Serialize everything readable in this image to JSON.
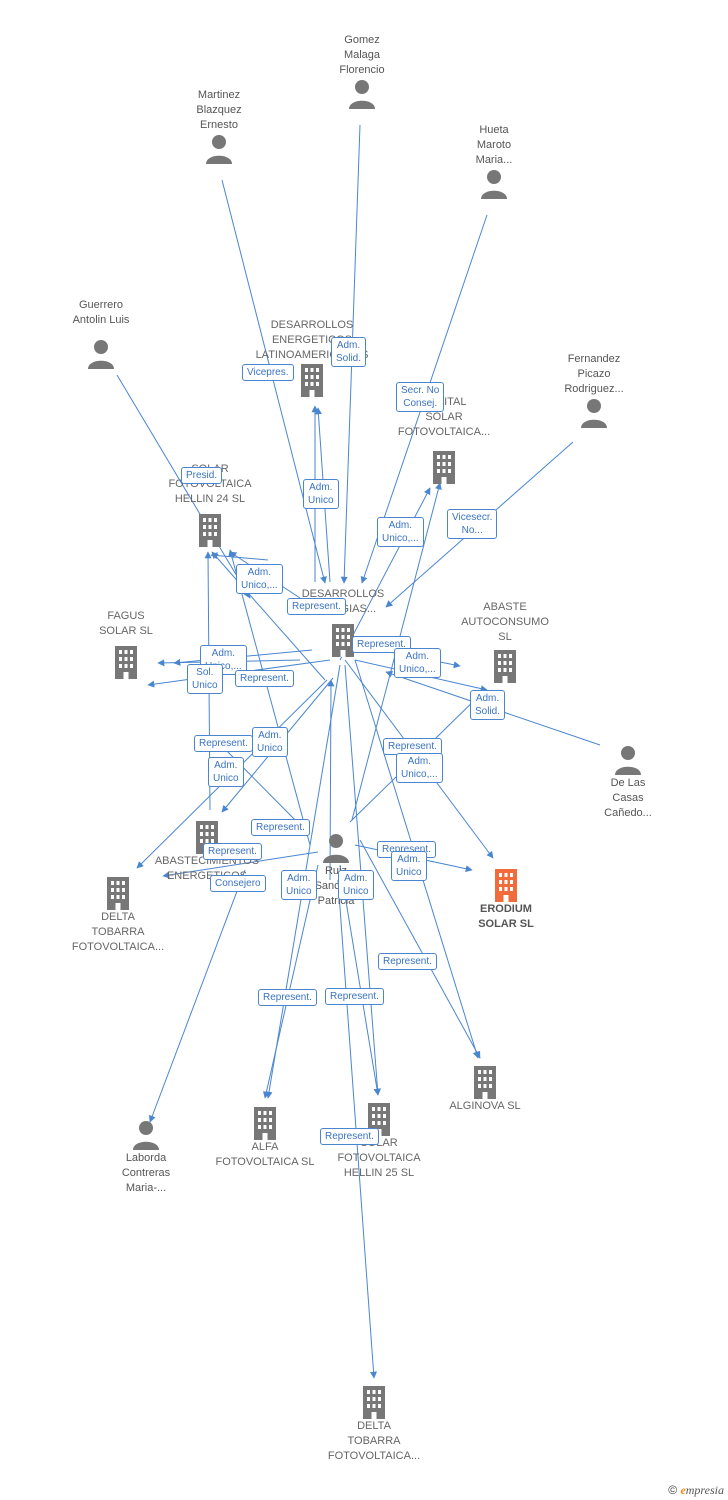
{
  "colors": {
    "edge": "#4a86d0",
    "person": "#777777",
    "company": "#777777",
    "focus": "#f26b3a"
  },
  "nodes": [
    {
      "id": "gomez",
      "type": "person",
      "label": "Gomez\nMalaga\nFlorencio"
    },
    {
      "id": "martinez",
      "type": "person",
      "label": "Martinez\nBlazquez\nErnesto"
    },
    {
      "id": "hueta",
      "type": "person",
      "label": "Hueta\nMaroto\nMaria..."
    },
    {
      "id": "guerrero",
      "type": "person",
      "label": "Guerrero\nAntolin Luis"
    },
    {
      "id": "fernandez",
      "type": "person",
      "label": "Fernandez\nPicazo\nRodriguez..."
    },
    {
      "id": "dlc",
      "type": "person",
      "label": "De Las\nCasas\nCañedo..."
    },
    {
      "id": "laborda",
      "type": "person",
      "label": "Laborda\nContreras\nMaria-..."
    },
    {
      "id": "central",
      "type": "person",
      "label": "Ruiz\nSanchez\nPatricia"
    },
    {
      "id": "del_latino",
      "type": "company",
      "label": "DESARROLLOS\nENERGETICOS\nLATINOAMERICANOS"
    },
    {
      "id": "cap_solar",
      "type": "company",
      "label": "CAPITAL\nSOLAR\nFOTOVOLTAICA..."
    },
    {
      "id": "hellin24",
      "type": "company",
      "label": "SOLAR\nFOTOVOLTAICA\nHELLIN 24 SL"
    },
    {
      "id": "des_energias",
      "type": "company",
      "label": "DESARROLLOS\nENERGIAS..."
    },
    {
      "id": "fagus",
      "type": "company",
      "label": "FAGUS\nSOLAR SL"
    },
    {
      "id": "abaste",
      "type": "company",
      "label": "ABASTE\nAUTOCONSUMO\nSL"
    },
    {
      "id": "abastecimientos",
      "type": "company",
      "label": "ABASTECIMIENTOS\nENERGETICOS"
    },
    {
      "id": "delta1",
      "type": "company",
      "label": "DELTA\nTOBARRA\nFOTOVOLTAICA..."
    },
    {
      "id": "erodium",
      "type": "focus",
      "label": "ERODIUM\nSOLAR SL"
    },
    {
      "id": "alfa",
      "type": "company",
      "label": "ALFA\nFOTOVOLTAICA SL"
    },
    {
      "id": "hellin25",
      "type": "company",
      "label": "SOLAR\nFOTOVOLTAICA\nHELLIN 25 SL"
    },
    {
      "id": "alginova",
      "type": "company",
      "label": "ALGINOVA SL"
    },
    {
      "id": "delta2",
      "type": "company",
      "label": "DELTA\nTOBARRA\nFOTOVOLTAICA..."
    }
  ],
  "edge_labels": [
    "Adm.\nSolid.",
    "Vicepres.",
    "Secr. No\nConsej.",
    "Presid.",
    "Adm.\nUnico",
    "Vicesecr.\nNo...",
    "Adm.\nUnico,...",
    "Adm.\nUnico,...",
    "Represent.",
    "Represent.",
    "Adm.\nUnico,...",
    "Adm.\nUnico,...",
    "Sol.\nUnico",
    "Represent.",
    "Adm.\nSolid.",
    "Adm.\nUnico",
    "Represent.",
    "Adm.\nUnico",
    "Represent.",
    "Adm.\nUnico,...",
    "Represent.",
    "Represent.",
    "Consejero",
    "Adm.\nUnico",
    "Adm.\nUnico",
    "Represent.",
    "Adm.\nUnico",
    "Represent.",
    "Represent.",
    "Represent.",
    "Represent."
  ],
  "watermark": {
    "symbol": "©",
    "brand_e": "e",
    "brand_rest": "mpresia"
  }
}
